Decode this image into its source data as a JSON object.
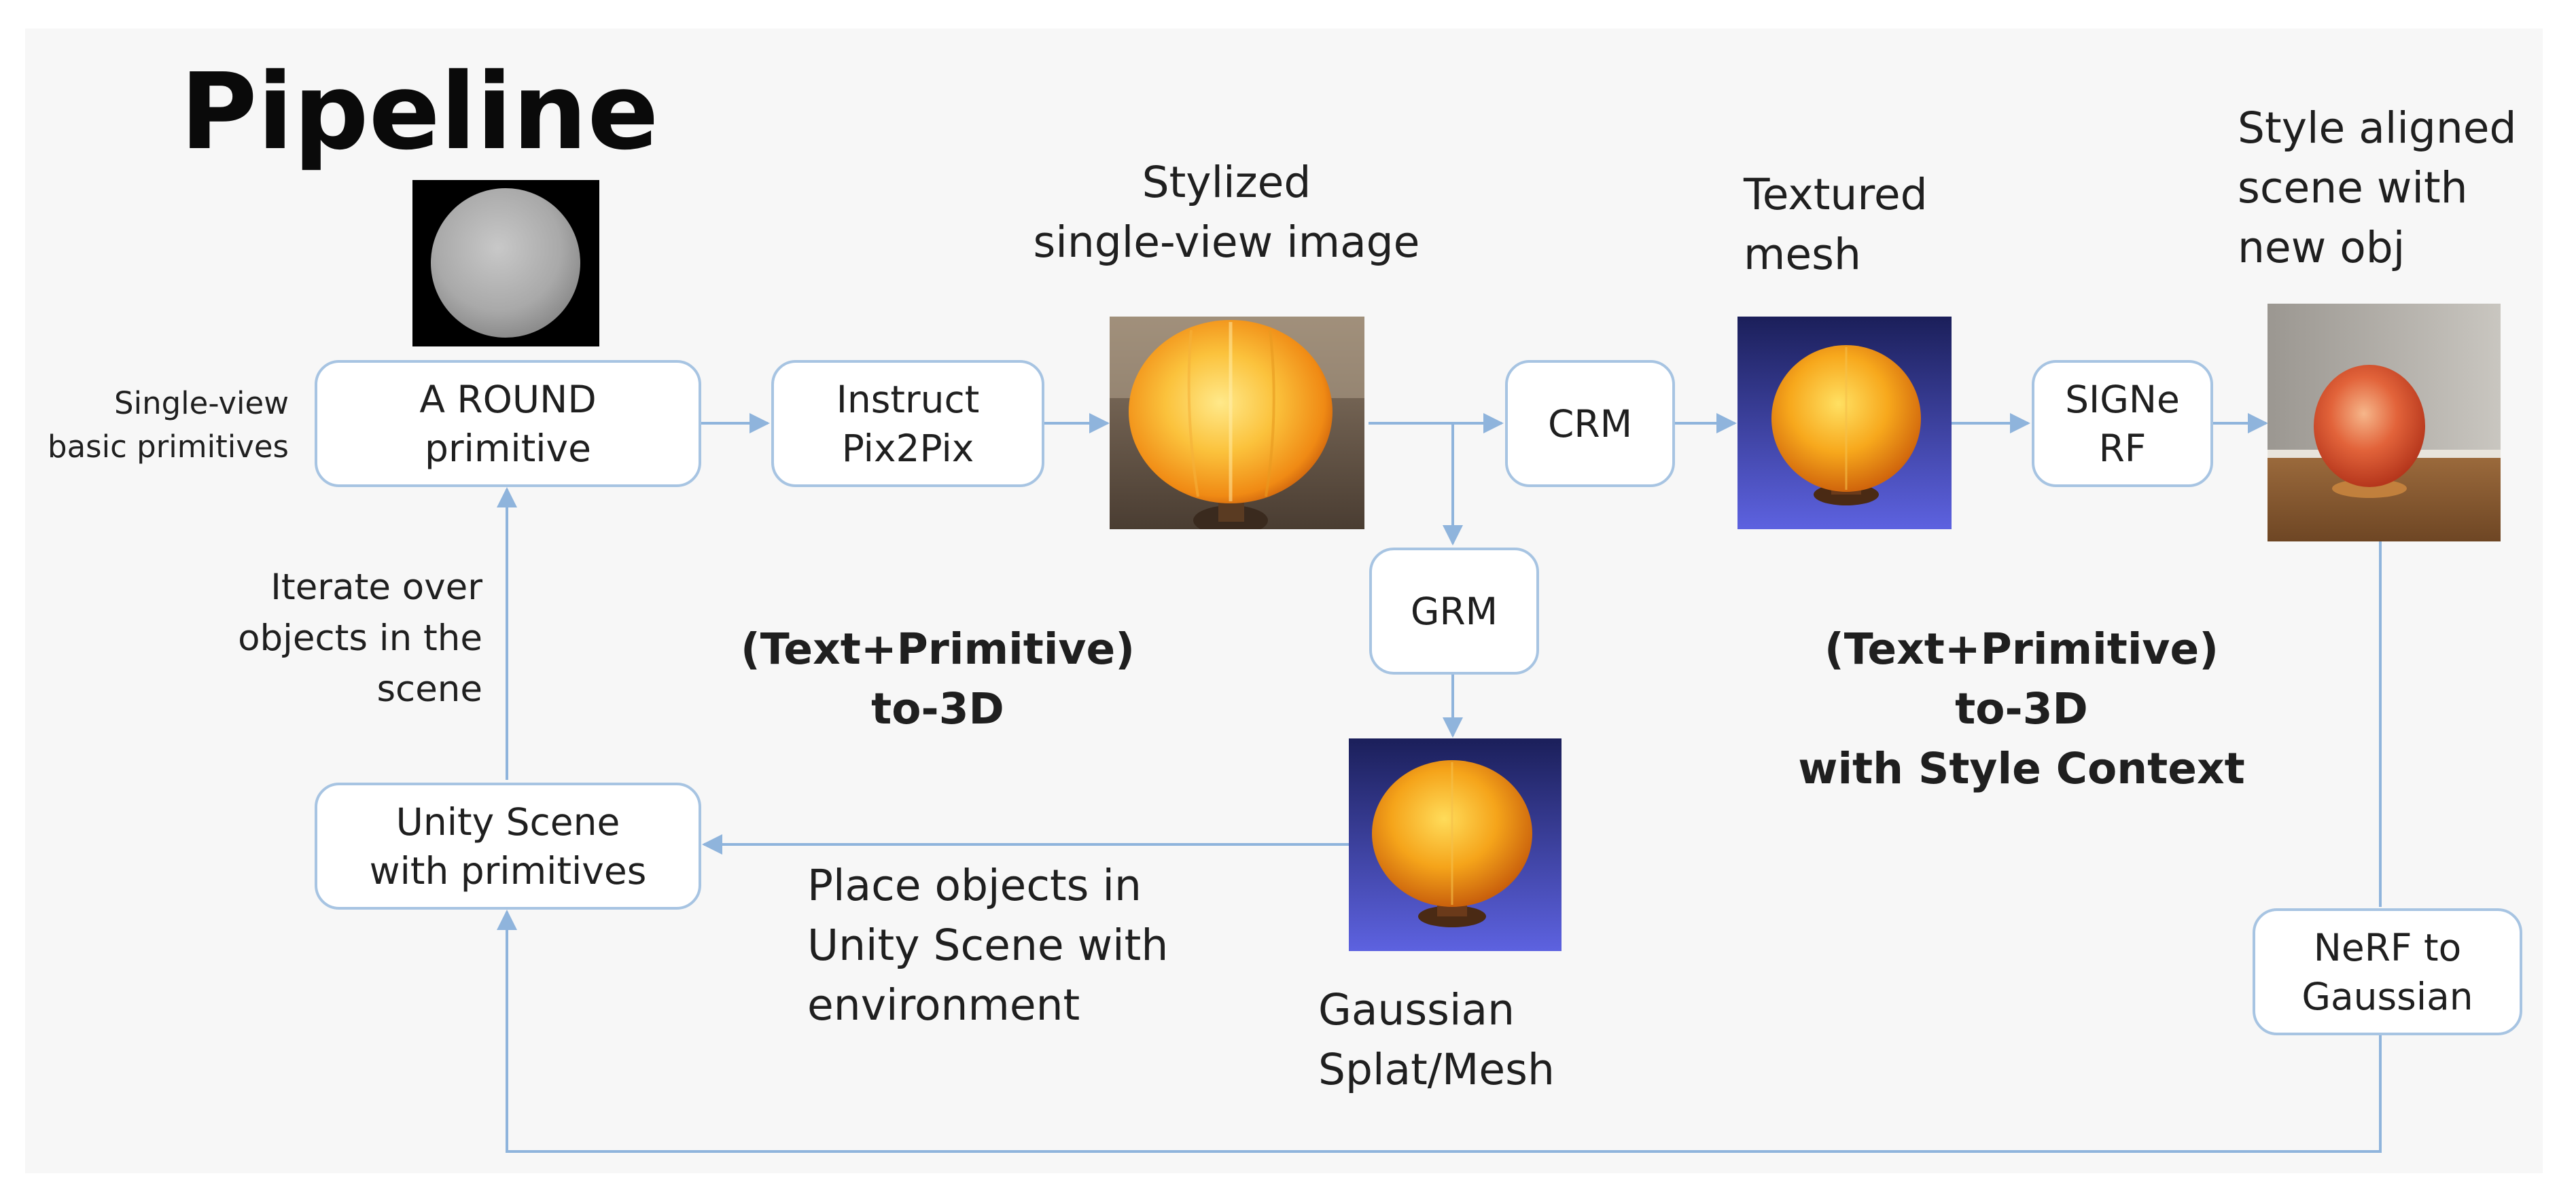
{
  "title": "Pipeline",
  "nodes": {
    "round_primitive": "A ROUND\nprimitive",
    "instruct_pix2pix": "Instruct\nPix2Pix",
    "crm": "CRM",
    "signerf": "SIGNe\nRF",
    "grm": "GRM",
    "unity_scene": "Unity Scene\nwith primitives",
    "nerf_to_gaussian": "NeRF to\nGaussian"
  },
  "labels": {
    "single_view_primitives": "Single-view\nbasic primitives",
    "iterate_objects": "Iterate over\nobjects in the\nscene",
    "stylized_image": "Stylized\nsingle-view image",
    "textured_mesh": "Textured\nmesh",
    "style_aligned": "Style aligned\nscene with\nnew obj",
    "text_primitive_3d": "(Text+Primitive)\nto-3D",
    "text_primitive_3d_style": "(Text+Primitive)\nto-3D\nwith Style Context",
    "place_objects": "Place objects in\nUnity Scene with\nenvironment",
    "gaussian_splat": "Gaussian\nSplat/Mesh"
  },
  "images": {
    "gray_sphere": "gray-sphere-render",
    "stylized_lamp": "orange-lamp-photo",
    "textured_mesh": "orange-lamp-mesh-on-blue",
    "gaussian_splat": "orange-lamp-splat-on-blue",
    "scene_object": "orange-object-in-room"
  },
  "colors": {
    "panel": "#f7f7f7",
    "node_border": "#a7c4e2",
    "arrow": "#8fb4dc",
    "mesh_background": "#4a4fc9",
    "lamp_orange": "#f2a21c"
  }
}
